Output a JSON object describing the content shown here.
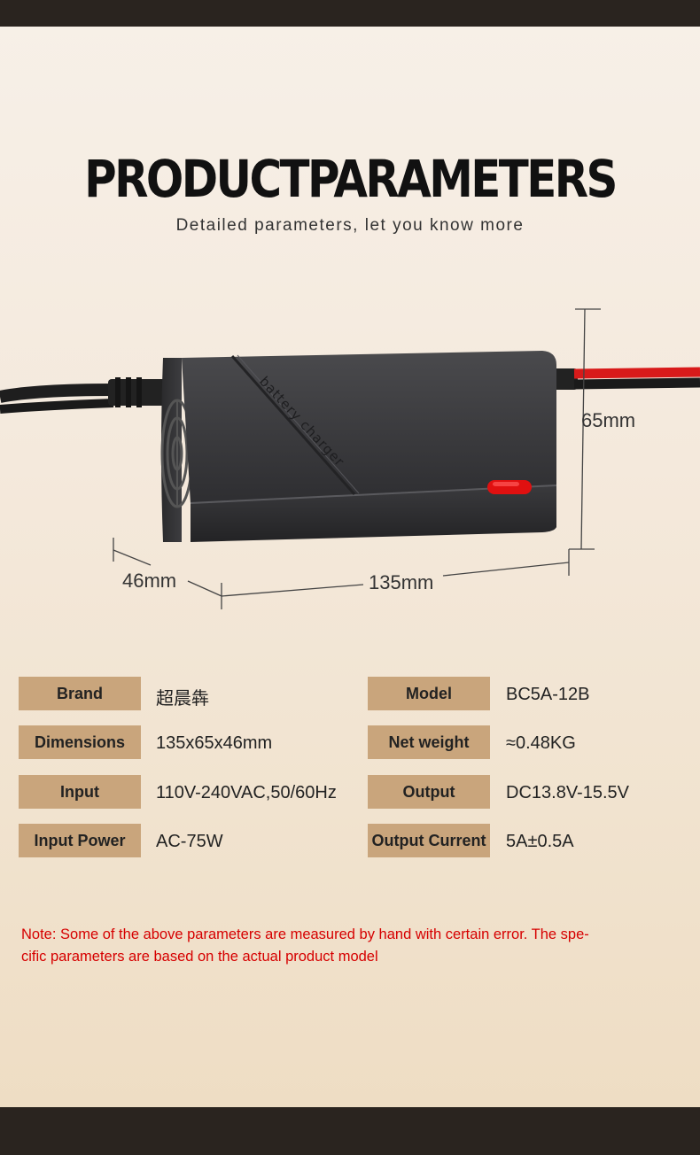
{
  "header": {
    "title": "PRODUCTPARAMETERS",
    "subtitle": "Detailed parameters, let you know more"
  },
  "product_image": {
    "case_text": "battery charger",
    "dimensions": {
      "height": "65mm",
      "depth": "46mm",
      "length": "135mm"
    }
  },
  "specs": {
    "left": [
      {
        "label": "Brand",
        "value": "超晨犇"
      },
      {
        "label": "Dimensions",
        "value": "135x65x46mm"
      },
      {
        "label": "Input",
        "value": "110V-240VAC,50/60Hz"
      },
      {
        "label": "Input Power",
        "value": "AC-75W"
      }
    ],
    "right": [
      {
        "label": "Model",
        "value": "BC5A-12B"
      },
      {
        "label": "Net weight",
        "value": "≈0.48KG"
      },
      {
        "label": "Output",
        "value": "DC13.8V-15.5V"
      },
      {
        "label": "Output Current",
        "value": "5A±0.5A"
      }
    ]
  },
  "note": {
    "line1": "Note: Some of the above parameters are measured by hand with certain error. The spe-",
    "line2": "cific parameters are based on the actual product model"
  },
  "colors": {
    "label_bg": "#c9a57c",
    "note_text": "#d60000",
    "dark_bar": "#2a241f",
    "led": "#e01010"
  }
}
